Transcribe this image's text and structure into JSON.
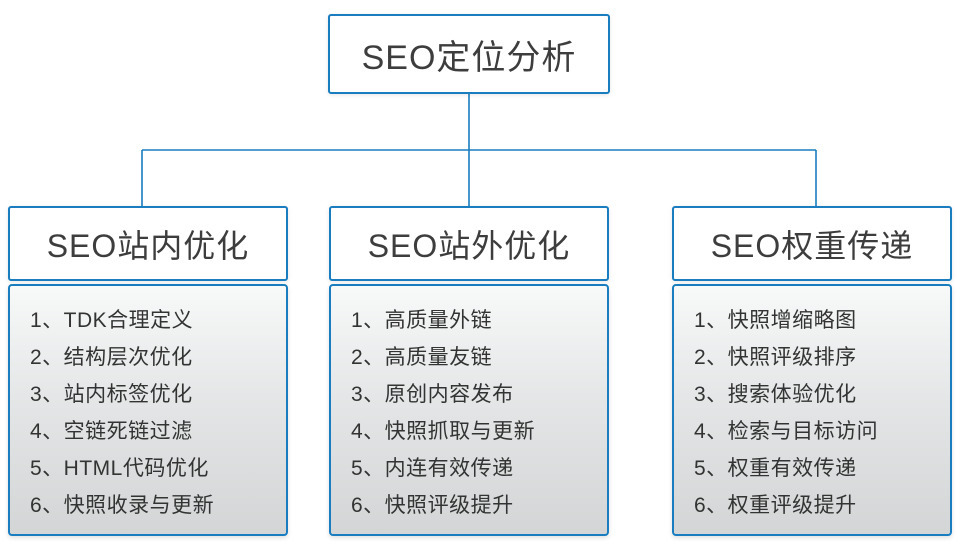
{
  "title": "SEO定位分析",
  "colors": {
    "border_blue": "#1a7dc0",
    "header_text": "#3d3d3d",
    "item_text": "#333333",
    "list_gradient_top": "#f8f9f9",
    "list_gradient_bottom": "#d3d5d6"
  },
  "columns": [
    {
      "header": "SEO站内优化",
      "items": [
        "1、TDK合理定义",
        "2、结构层次优化",
        "3、站内标签优化",
        "4、空链死链过滤",
        "5、HTML代码优化",
        "6、快照收录与更新"
      ]
    },
    {
      "header": "SEO站外优化",
      "items": [
        "1、高质量外链",
        "2、高质量友链",
        "3、原创内容发布",
        "4、快照抓取与更新",
        "5、内连有效传递",
        "6、快照评级提升"
      ]
    },
    {
      "header": "SEO权重传递",
      "items": [
        "1、快照增缩略图",
        "2、快照评级排序",
        "3、搜索体验优化",
        "4、检索与目标访问",
        "5、权重有效传递",
        "6、权重评级提升"
      ]
    }
  ]
}
